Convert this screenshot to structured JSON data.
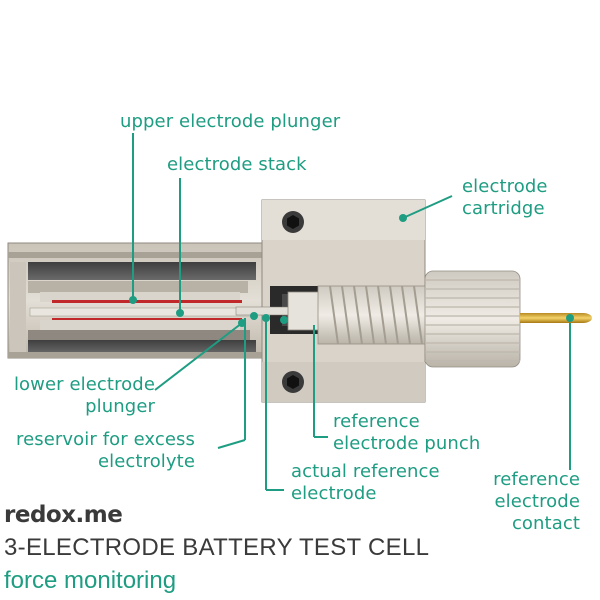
{
  "labels": {
    "upper_electrode_plunger": "upper electrode plunger",
    "electrode_stack": "electrode stack",
    "electrode_cartridge": "electrode\ncartridge",
    "lower_electrode_plunger": "lower electrode\nplunger",
    "reservoir": "reservoir for excess\nelectrolyte",
    "reference_electrode_punch": "reference\nelectrode punch",
    "actual_reference_electrode": "actual reference\nelectrode",
    "reference_electrode_contact": "reference\nelectrode\ncontact"
  },
  "brand": "redox.me",
  "title": "3-ELECTRODE BATTERY TEST CELL",
  "subtitle": "force monitoring",
  "colors": {
    "accent": "#1e9d82",
    "text_dark": "#3a3a3a",
    "body_metal": "#d6d0c6",
    "red_layer": "#c0282a"
  }
}
